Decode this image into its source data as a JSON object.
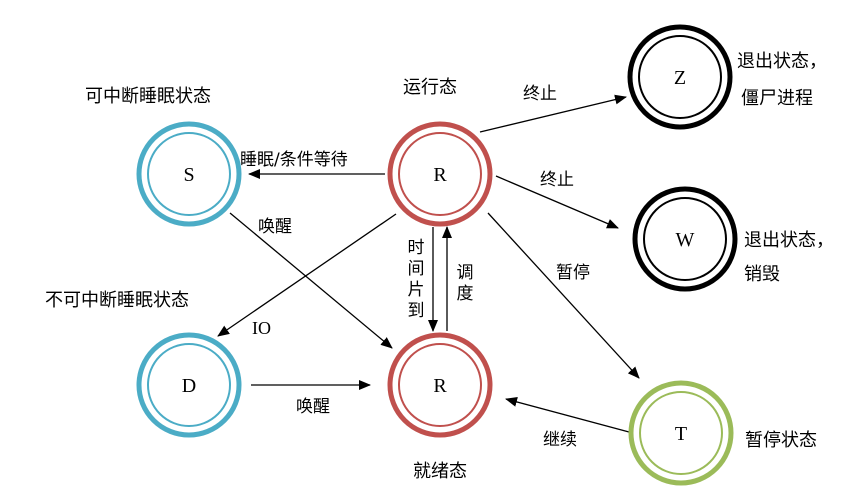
{
  "nodes": {
    "R_run": {
      "label": "R",
      "caption": "运行态",
      "color": "#c0504d"
    },
    "R_ready": {
      "label": "R",
      "caption": "就绪态",
      "color": "#c0504d"
    },
    "S": {
      "label": "S",
      "caption": "可中断睡眠状态",
      "color": "#4bacc6"
    },
    "D": {
      "label": "D",
      "caption": "不可中断睡眠状态",
      "color": "#4bacc6"
    },
    "Z": {
      "label": "Z",
      "caption_line1": "退出状态，",
      "caption_line2": "僵尸进程",
      "color": "#000000"
    },
    "W": {
      "label": "W",
      "caption_line1": "退出状态，",
      "caption_line2": "销毁",
      "color": "#000000"
    },
    "T": {
      "label": "T",
      "caption": "暂停状态",
      "color": "#9bbb59"
    }
  },
  "edges": {
    "run_to_S": "睡眠/条件等待",
    "S_to_ready": "唤醒",
    "run_to_Z": "终止",
    "run_to_W": "终止",
    "run_to_T": "暂停",
    "run_to_D": "IO",
    "D_to_ready": "唤醒",
    "T_to_ready": "继续",
    "run_to_ready": [
      "时",
      "间",
      "片",
      "到"
    ],
    "ready_to_run": [
      "调",
      "度"
    ]
  }
}
